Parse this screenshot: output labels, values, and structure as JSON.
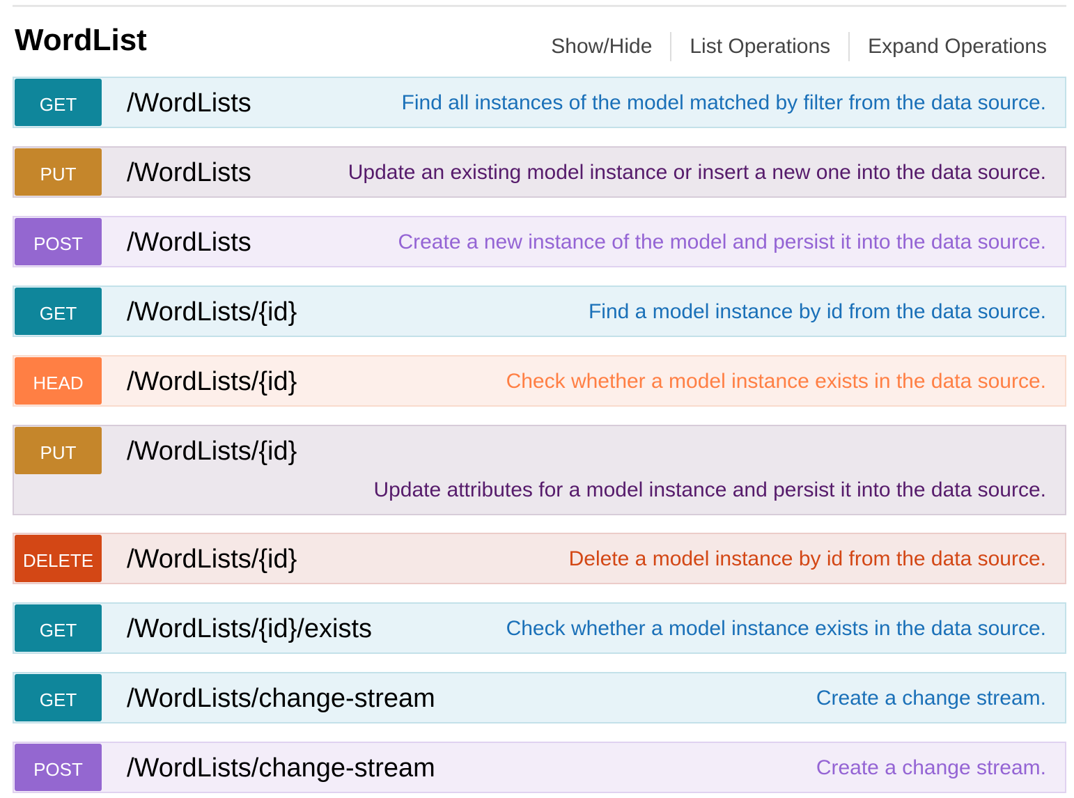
{
  "resource": {
    "title": "WordList",
    "links": {
      "show_hide": "Show/Hide",
      "list_operations": "List Operations",
      "expand_operations": "Expand Operations"
    }
  },
  "operations": [
    {
      "method": "GET",
      "path": "/WordLists",
      "summary": "Find all instances of the model matched by filter from the data source."
    },
    {
      "method": "PUT",
      "path": "/WordLists",
      "summary": "Update an existing model instance or insert a new one into the data source."
    },
    {
      "method": "POST",
      "path": "/WordLists",
      "summary": "Create a new instance of the model and persist it into the data source."
    },
    {
      "method": "GET",
      "path": "/WordLists/{id}",
      "summary": "Find a model instance by id from the data source."
    },
    {
      "method": "HEAD",
      "path": "/WordLists/{id}",
      "summary": "Check whether a model instance exists in the data source."
    },
    {
      "method": "PUT",
      "path": "/WordLists/{id}",
      "summary": "Update attributes for a model instance and persist it into the data source."
    },
    {
      "method": "DELETE",
      "path": "/WordLists/{id}",
      "summary": "Delete a model instance by id from the data source."
    },
    {
      "method": "GET",
      "path": "/WordLists/{id}/exists",
      "summary": "Check whether a model instance exists in the data source."
    },
    {
      "method": "GET",
      "path": "/WordLists/change-stream",
      "summary": "Create a change stream."
    },
    {
      "method": "POST",
      "path": "/WordLists/change-stream",
      "summary": "Create a change stream."
    }
  ],
  "method_colors": {
    "GET": "#0f869b",
    "PUT": "#c5862b",
    "POST": "#9467d0",
    "HEAD": "#ff7f44",
    "DELETE": "#d34715"
  }
}
